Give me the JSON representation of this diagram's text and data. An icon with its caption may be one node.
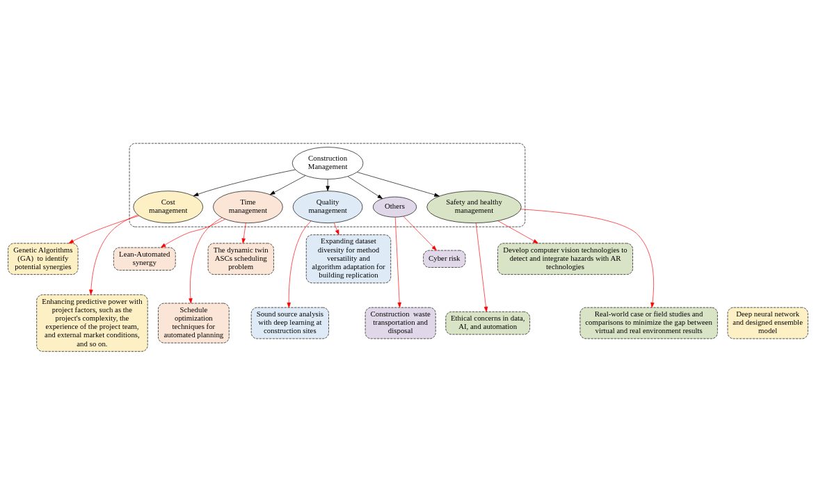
{
  "diagram": {
    "nodes": [
      {
        "text": [],
        "shape": "ellipse"
      },
      {
        "text": [
          "Cost management"
        ],
        "in": 0
      },
      {
        "text": [
          "Time management"
        ],
        "in": 0
      },
      {
        "text": [
          "Construction Management"
        ],
        "in": 0
      },
      {
        "text": [
          "Quality management"
        ],
        "in": 0
      },
      {
        "text": [
          "Others"
        ],
        "in": 0
      },
      {
        "text": [
          "Safety and healthy management"
        ],
        "in": 0
      },
      {
        "text": [
          "Genetic Algorithms (GA)  to identify potential synergies"
        ]
      },
      {
        "text": [
          "Deep neural network and designed ensemble model"
        ]
      },
      {
        "text": [
          "Enhancing predictive power with project factors, such as the project's complexity, the experience of the project team, and external market conditions, and so on."
        ]
      },
      {
        "text": [
          "Lean-Automated synergy"
        ]
      },
      {
        "text": [
          "Schedule optimization techniques for automated planning"
        ]
      },
      {
        "text": [
          "The dynamic twin ASCs scheduling problem"
        ]
      },
      {
        "text": [
          "Sound source analysis with deep learning at construction sites"
        ]
      },
      {
        "text": [
          "Expanding dataset diversity for method versatility and algorithm adaptation for building replication"
        ]
      },
      {
        "text": [
          "Construction  waste transportation and disposal"
        ]
      },
      {
        "text": [
          "Cyber risk"
        ]
      },
      {
        "text": [
          "Ethical concerns in data, AI, and automation"
        ]
      },
      {
        "text": [
          "Develop computer vision technologies to detect and integrate hazards with AR technologies"
        ]
      },
      {
        "text": [
          "Real-world case or field studies and comparisons to minimize the gap between virtual and real environment results"
        ]
      }
    ],
    "edges": [
      {
        "from": 3,
        "to": 1,
        "arrow": "to",
        "color": "#000000"
      },
      {
        "from": 3,
        "to": 2,
        "arrow": "to",
        "color": "#000000"
      },
      {
        "from": 3,
        "to": 4,
        "arrow": "to",
        "color": "#000000"
      },
      {
        "from": 3,
        "to": 5,
        "arrow": "to",
        "color": "#000000"
      },
      {
        "from": 3,
        "to": 6,
        "arrow": "to",
        "color": "#000000"
      },
      {
        "from": 1,
        "to": 7,
        "arrow": "to"
      },
      {
        "from": 1,
        "to": 9,
        "arrow": "to"
      },
      {
        "from": 2,
        "to": 10,
        "arrow": "to"
      },
      {
        "from": 2,
        "to": 11,
        "arrow": "to"
      },
      {
        "from": 2,
        "to": 12,
        "arrow": "to"
      },
      {
        "from": 4,
        "to": 13,
        "arrow": "to"
      },
      {
        "from": 4,
        "to": 14,
        "arrow": "to"
      },
      {
        "from": 5,
        "to": 15,
        "arrow": "to"
      },
      {
        "from": 5,
        "to": 16,
        "arrow": "to"
      },
      {
        "from": 6,
        "to": 17,
        "arrow": "to"
      },
      {
        "from": 6,
        "to": 18,
        "arrow": "to"
      },
      {
        "from": 6,
        "to": 19,
        "arrow": "to"
      }
    ]
  }
}
